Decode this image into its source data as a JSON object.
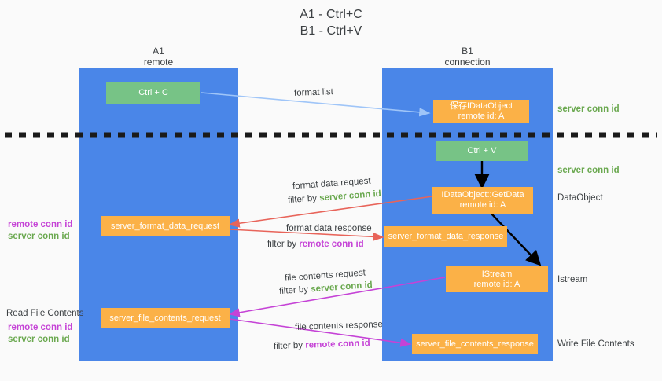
{
  "title": {
    "line1": "A1 - Ctrl+C",
    "line2": "B1 - Ctrl+V"
  },
  "columns": [
    {
      "name": "A1",
      "sub": "remote"
    },
    {
      "name": "B1",
      "sub": "connection"
    }
  ],
  "colors": {
    "lane": "#4a86e8",
    "box_green": "#77c386",
    "box_orange": "#fbb147",
    "server_conn": "#6aa84f",
    "remote_conn": "#c543d6",
    "arrow_blue": "#9fc5f8",
    "arrow_red": "#e8645a",
    "arrow_magenta": "#c543d6",
    "arrow_black": "#000000",
    "background": "#fafafa"
  },
  "boxes": {
    "ctrl_c": "Ctrl + C",
    "ctrl_v": "Ctrl + V",
    "save_idataobject_l1": "保存IDataObject",
    "save_idataobject_l2": "remote id: A",
    "getdata_l1": "IDataObject::GetData",
    "getdata_l2": "remote id: A",
    "istream_l1": "IStream",
    "istream_l2": "remote id: A",
    "server_format_data_request": "server_format_data_request",
    "server_format_data_response": "server_format_data_response",
    "server_file_contents_request": "server_file_contents_request",
    "server_file_contents_response": "server_file_contents_response"
  },
  "arrow_labels": {
    "format_list": "format list",
    "format_data_request": "format data request",
    "format_data_request_filter_pre": "filter by ",
    "format_data_request_filter_key": "server conn id",
    "format_data_response": "format data response",
    "format_data_response_filter_pre": "filter by ",
    "format_data_response_filter_key": "remote conn id",
    "file_contents_request": "file contents request",
    "file_contents_request_filter_pre": "filter by ",
    "file_contents_request_filter_key": "server conn id",
    "file_contents_response": "file contents response",
    "file_contents_response_filter_pre": "filter by ",
    "file_contents_response_filter_key": "remote conn id"
  },
  "left_annotations": {
    "mid_remote": "remote conn id",
    "mid_server": "server conn id",
    "read_file_contents": "Read File Contents",
    "bottom_remote": "remote conn id",
    "bottom_server": "server conn id"
  },
  "right_annotations": {
    "server_conn_top": "server conn id",
    "server_conn_mid": "server conn id",
    "data_object": "DataObject",
    "istream": "Istream",
    "write_file_contents": "Write File Contents"
  }
}
